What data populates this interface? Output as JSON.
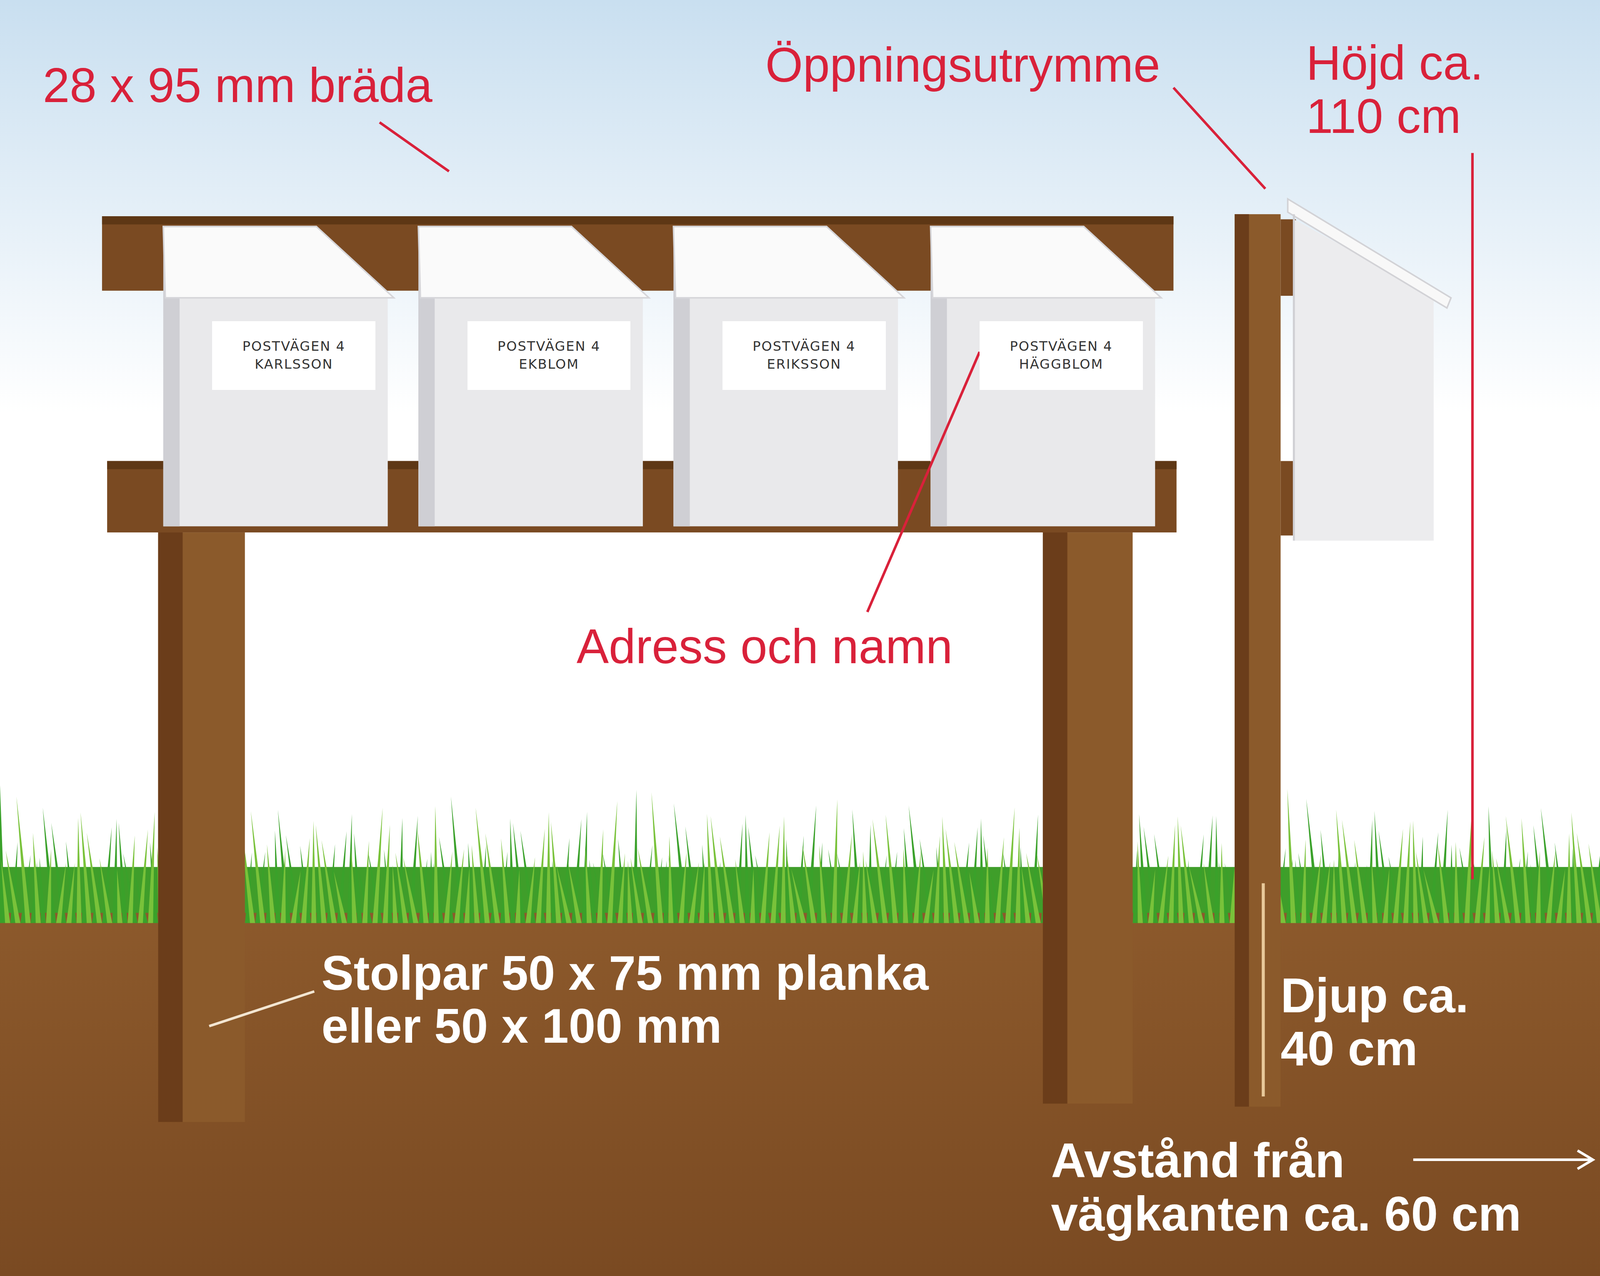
{
  "diagram": {
    "nodes": [
      {
        "text": [
          "POSTVÄGEN 4 KARLSSON"
        ]
      },
      {
        "text": [
          "POSTVÄGEN 4 EKBLOM"
        ]
      },
      {
        "text": [
          "POSTVÄGEN 4 ERIKSSON"
        ]
      },
      {
        "text": [
          "POSTVÄGEN 4 HÄGGBLOM"
        ]
      }
    ],
    "labels": [
      "28 x 95 mm bräda",
      "Öppningsutrymme",
      "Höjd ca. 110 cm",
      "Adress och namn",
      "Stolpar 50 x 75 mm planka eller 50 x 100 mm",
      "Djup ca. 40 cm",
      "Avstånd från vägkanten ca. 60 cm"
    ]
  }
}
